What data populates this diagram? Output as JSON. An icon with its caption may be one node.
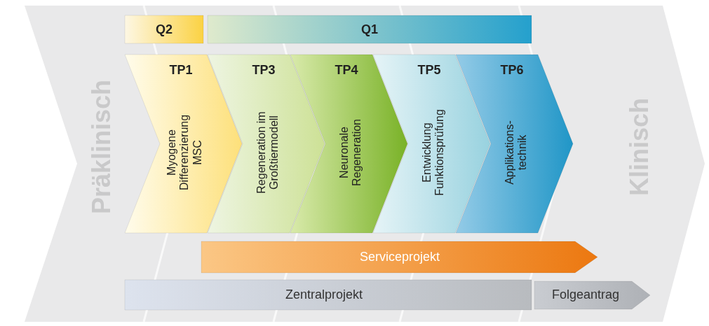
{
  "diagram": {
    "nodes": [
      {
        "text": [
          "Q2"
        ]
      },
      {
        "text": [
          "Q1"
        ]
      },
      {
        "text": [
          "TP1",
          "Myogene Differenzierung MSC"
        ]
      },
      {
        "text": [
          "TP3",
          "Regeneration im Großtiermodell"
        ]
      },
      {
        "text": [
          "TP4",
          "Neuronale Regeneration"
        ]
      },
      {
        "text": [
          "TP5",
          "Entwicklung Funktionsprüfung"
        ]
      },
      {
        "text": [
          "TP6",
          "Applikations- technik"
        ]
      },
      {
        "text": [
          "Serviceprojekt"
        ]
      },
      {
        "text": [
          "Zentralprojekt"
        ]
      },
      {
        "text": [
          "Folgeantrag"
        ]
      }
    ],
    "labels": [
      "Präklinisch",
      "Klinisch"
    ]
  }
}
